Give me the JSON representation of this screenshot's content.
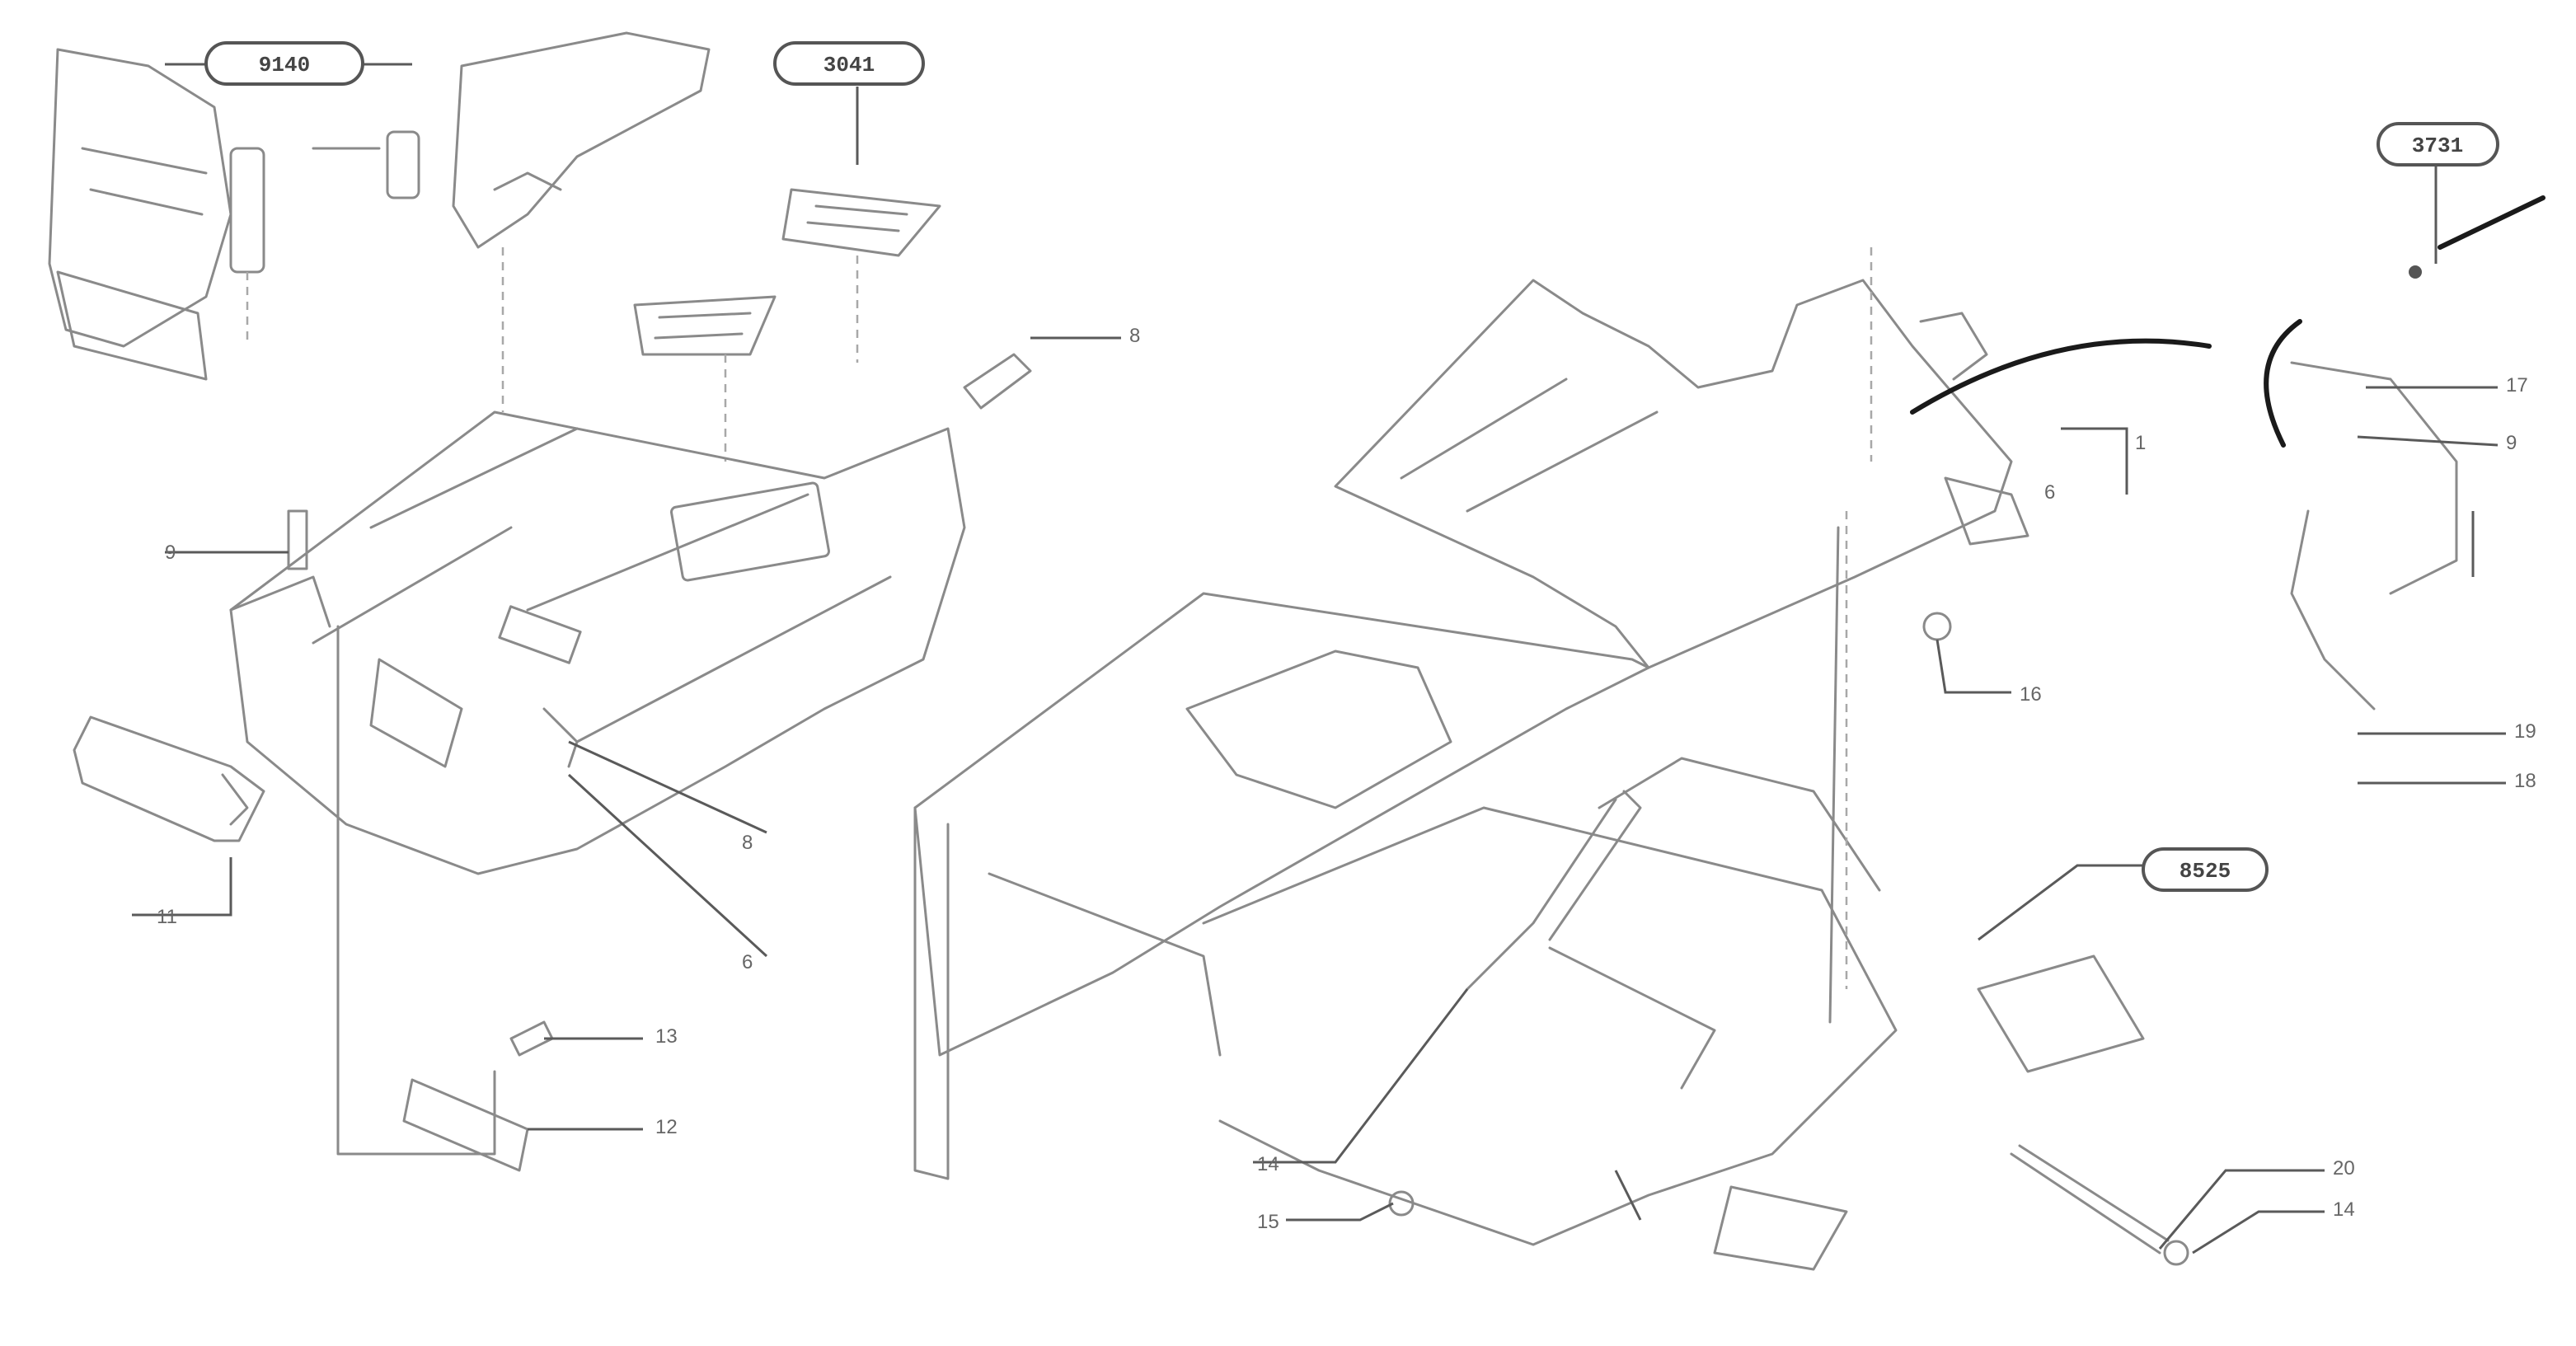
{
  "figure": {
    "section_refs": [
      {
        "id": "ref-a",
        "label": "9140"
      },
      {
        "id": "ref-b",
        "label": "3041"
      },
      {
        "id": "ref-c",
        "label": "3731"
      },
      {
        "id": "ref-d",
        "label": "8525"
      }
    ]
  }
}
